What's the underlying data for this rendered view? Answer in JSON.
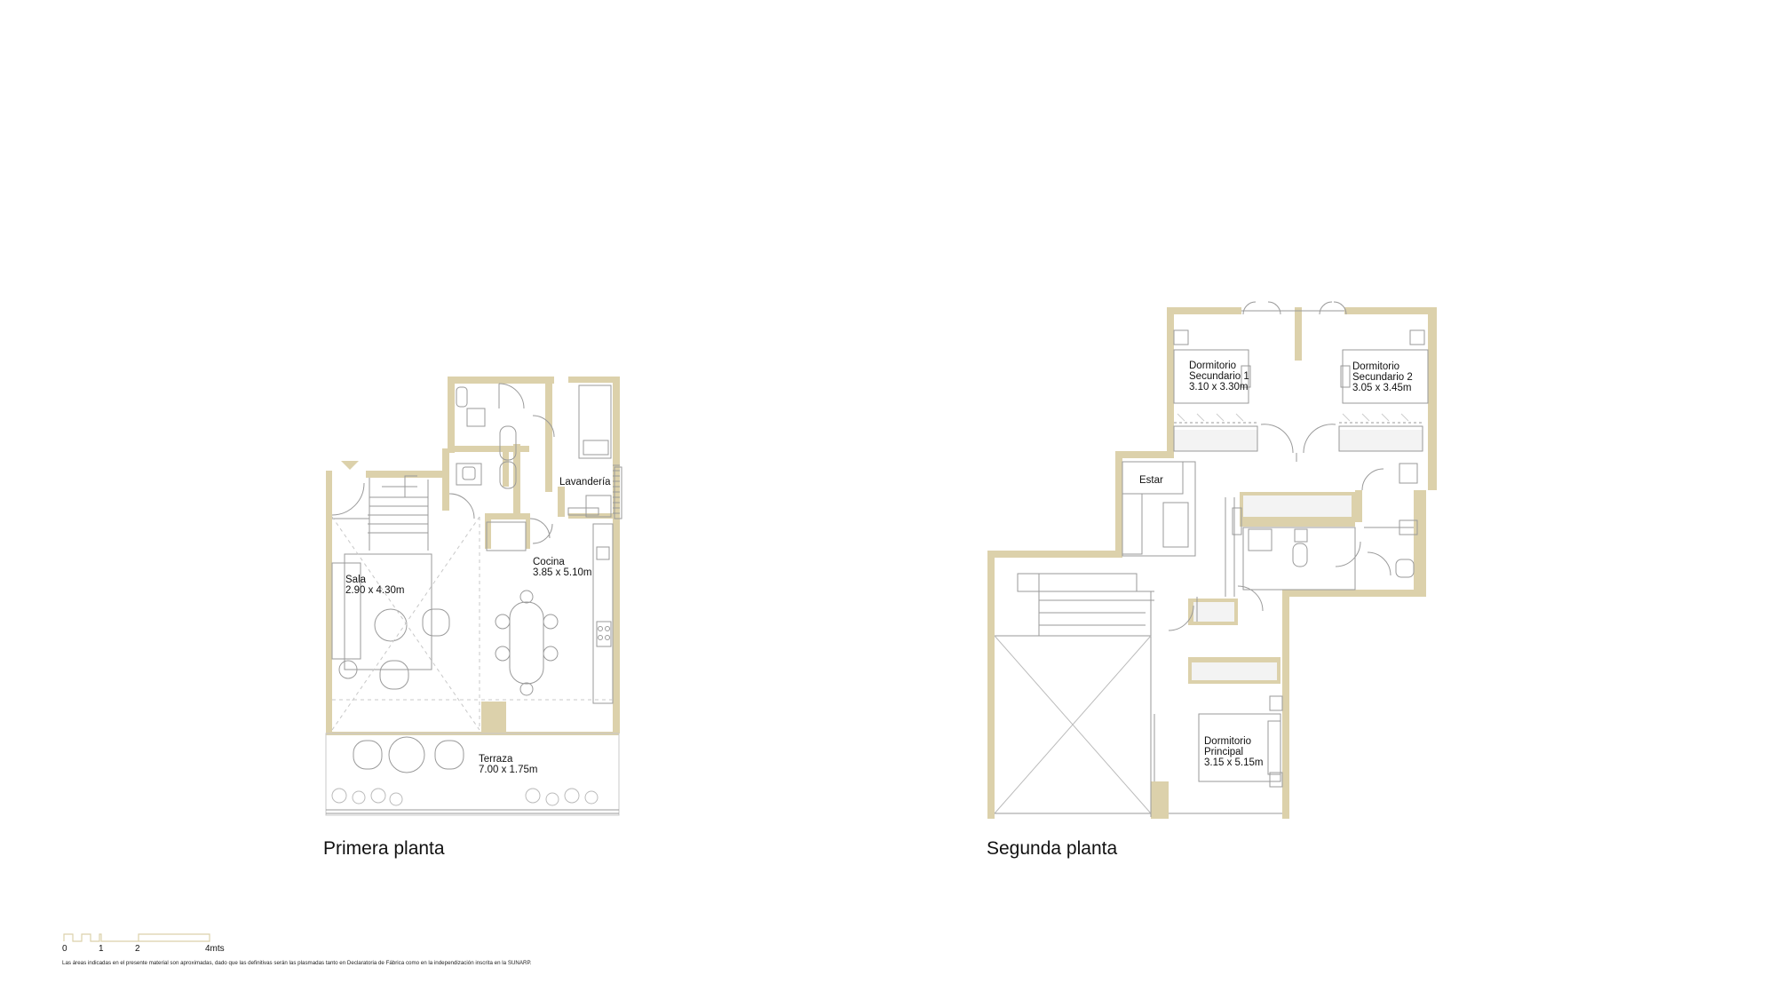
{
  "colors": {
    "wall": "#dcd1ab",
    "line": "#9a9a9a",
    "light_line": "#c8c8c8",
    "fill_light": "#f3f3f3",
    "text": "#111111",
    "background": "#ffffff"
  },
  "floors": {
    "first": {
      "caption": "Primera planta",
      "rooms": {
        "lavanderia": {
          "name": "Lavandería",
          "dims": ""
        },
        "cocina": {
          "name": "Cocina",
          "dims": "3.85 x 5.10m"
        },
        "sala": {
          "name": "Sala",
          "dims": "2.90 x 4.30m"
        },
        "terraza": {
          "name": "Terraza",
          "dims": "7.00 x 1.75m"
        }
      }
    },
    "second": {
      "caption": "Segunda planta",
      "rooms": {
        "dorm_sec_1": {
          "line1": "Dormitorio",
          "line2": "Secundario 1",
          "dims": "3.10 x 3.30m"
        },
        "dorm_sec_2": {
          "line1": "Dormitorio",
          "line2": "Secundario 2",
          "dims": "3.05 x 3.45m"
        },
        "estar": {
          "name": "Estar"
        },
        "dorm_principal": {
          "line1": "Dormitorio",
          "line2": "Principal",
          "dims": "3.15 x 5.15m"
        }
      }
    }
  },
  "scale": {
    "labels": [
      "0",
      "1",
      "2",
      "4mts"
    ]
  },
  "disclaimer": "Las áreas indicadas en el presente material son aproximadas, dado que las definitivas serán las plasmadas tanto en Declaratoria de Fábrica como en la independización inscrita en la SUNARP."
}
